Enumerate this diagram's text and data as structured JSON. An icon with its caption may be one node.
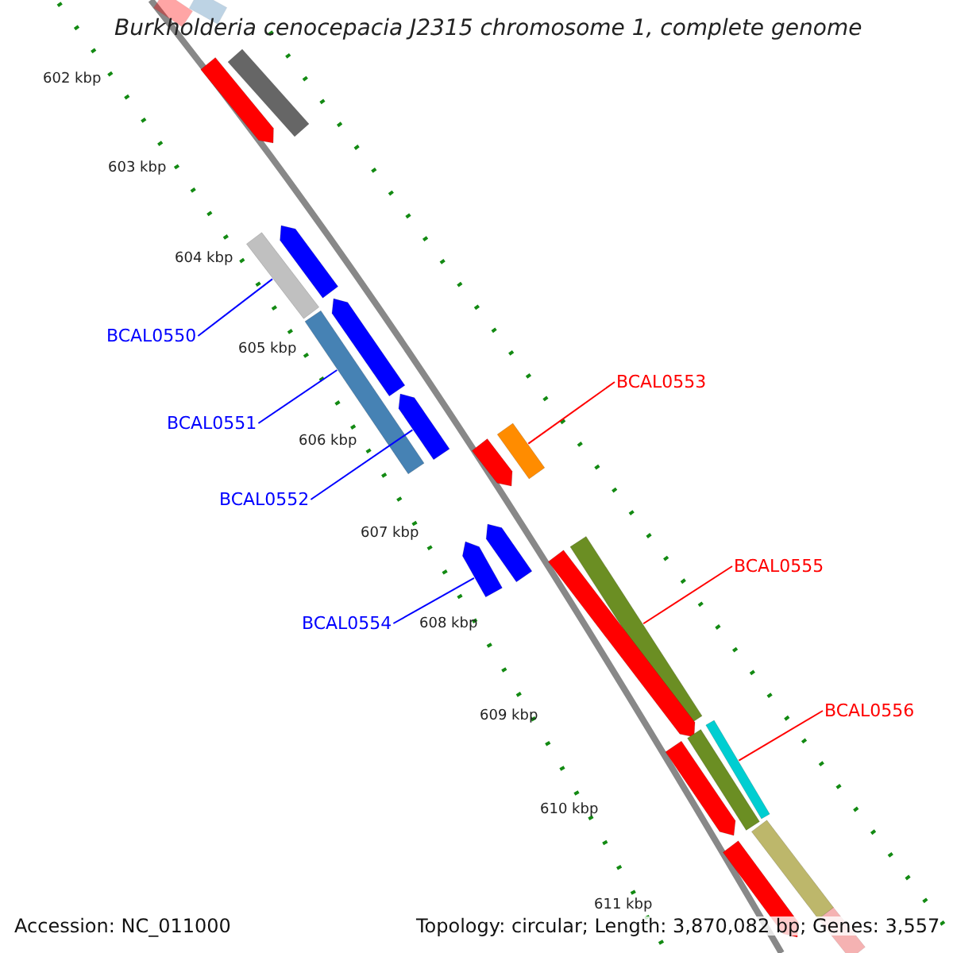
{
  "diagram": {
    "title": "Burkholderia cenocepacia J2315 chromosome 1, complete genome",
    "nodes": [
      {
        "text": [
          "BCAL0550"
        ]
      },
      {
        "text": [
          "BCAL0551"
        ]
      },
      {
        "text": [
          "BCAL0552"
        ]
      },
      {
        "text": [
          "BCAL0553"
        ]
      },
      {
        "text": [
          "BCAL0554"
        ]
      },
      {
        "text": [
          "BCAL0555"
        ]
      },
      {
        "text": [
          "BCAL0556"
        ]
      },
      {
        "text": [],
        "shape": "bar"
      },
      {
        "text": [],
        "shape": "bar"
      },
      {
        "text": [],
        "shape": "arrow"
      },
      {
        "text": [],
        "shape": "bar"
      },
      {
        "text": [],
        "shape": "arrow"
      },
      {
        "text": [],
        "shape": "bar"
      },
      {
        "text": [],
        "shape": "bar"
      },
      {
        "text": [],
        "shape": "bar"
      },
      {
        "text": [],
        "shape": "bar"
      },
      {
        "text": [],
        "shape": "arrow"
      },
      {
        "text": [],
        "shape": "bar"
      },
      {
        "text": [],
        "shape": "arrow"
      },
      {
        "text": [],
        "shape": "arrow"
      },
      {
        "text": [],
        "shape": "arrow"
      },
      {
        "text": [],
        "shape": "arrow"
      },
      {
        "text": [],
        "shape": "arrow"
      },
      {
        "text": [],
        "shape": "bar"
      },
      {
        "text": [],
        "shape": "arrow"
      },
      {
        "text": [],
        "shape": "bar"
      },
      {
        "text": [],
        "shape": "bar"
      },
      {
        "text": [],
        "shape": "arrow"
      }
    ],
    "edges": [
      {
        "from": 0,
        "to": 7,
        "arrow": "none"
      },
      {
        "from": 1,
        "to": 8,
        "arrow": "none"
      },
      {
        "from": 2,
        "to": 9,
        "arrow": "none"
      },
      {
        "from": 3,
        "to": 10,
        "arrow": "none",
        "color": "#ff0000"
      },
      {
        "from": 4,
        "to": 11,
        "arrow": "none"
      },
      {
        "from": 5,
        "to": 12,
        "arrow": "none",
        "color": "#ff0000"
      },
      {
        "from": 6,
        "to": 13,
        "arrow": "none",
        "color": "#ff0000"
      }
    ],
    "labels": [
      "602 kbp",
      "603 kbp",
      "604 kbp",
      "605 kbp",
      "606 kbp",
      "607 kbp",
      "608 kbp",
      "609 kbp",
      "610 kbp",
      "611 kbp",
      "Accession: NC_011000",
      "Topology: circular; Length: 3,870,082 bp; Genes: 3,557"
    ]
  }
}
